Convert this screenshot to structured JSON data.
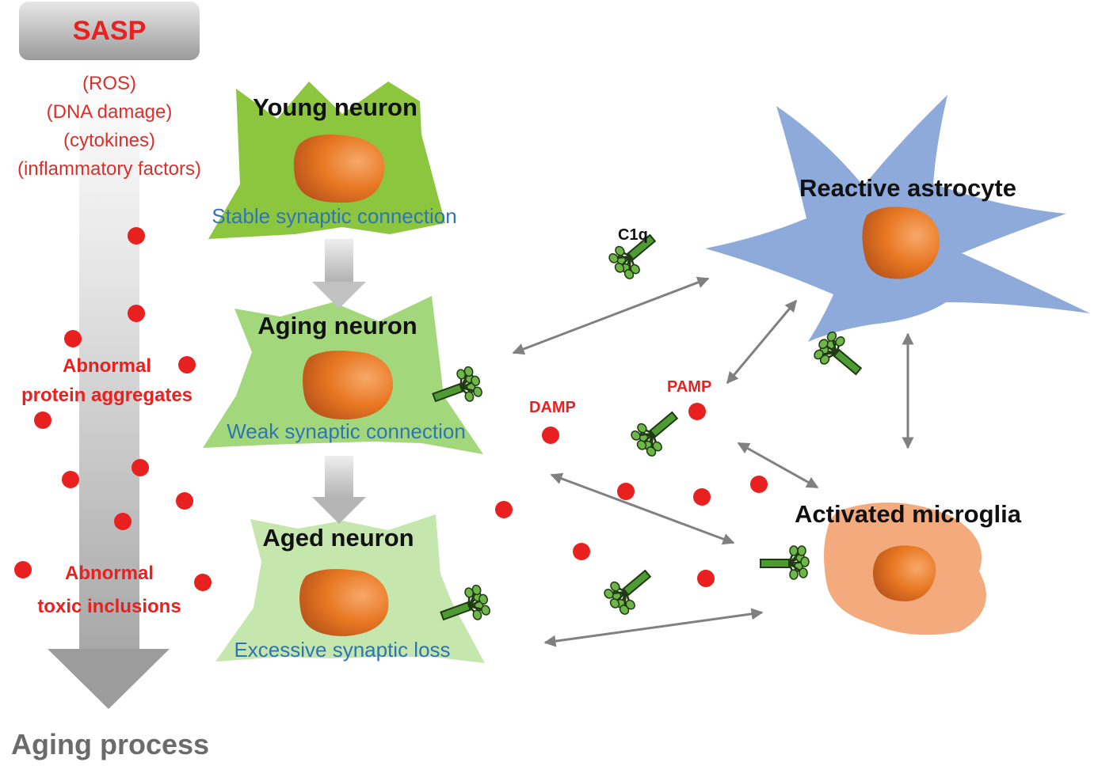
{
  "sasp": {
    "title": "SASP",
    "factors": [
      "(ROS)",
      "(DNA damage)",
      "(cytokines)",
      "(inflammatory factors)"
    ]
  },
  "labels": {
    "aggregates": [
      "Abnormal",
      "protein aggregates"
    ],
    "inclusions": [
      "Abnormal",
      "toxic inclusions"
    ],
    "aging_process": "Aging process"
  },
  "neurons": {
    "young": {
      "title": "Young neuron",
      "caption": "Stable synaptic connection"
    },
    "aging": {
      "title": "Aging neuron",
      "caption": "Weak synaptic connection"
    },
    "aged": {
      "title": "Aged neuron",
      "caption": "Excessive synaptic loss"
    }
  },
  "glia": {
    "astrocyte": "Reactive astrocyte",
    "microglia": "Activated microglia"
  },
  "molecules": {
    "c1q": "C1q",
    "damp": "DAMP",
    "pamp": "PAMP"
  },
  "colors": {
    "sasp_red": "#e8201f",
    "caption_blue": "#2f74b5",
    "young_green": "#8cc63f",
    "aging_green": "#a3d77b",
    "aged_green": "#c5e6ad",
    "astrocyte_blue": "#8eaadb",
    "microglia_orange": "#f3ab7d",
    "nucleus_orange": "#e87722",
    "c1q_green": "#4e9a33",
    "arrow_gray": "#808080"
  }
}
